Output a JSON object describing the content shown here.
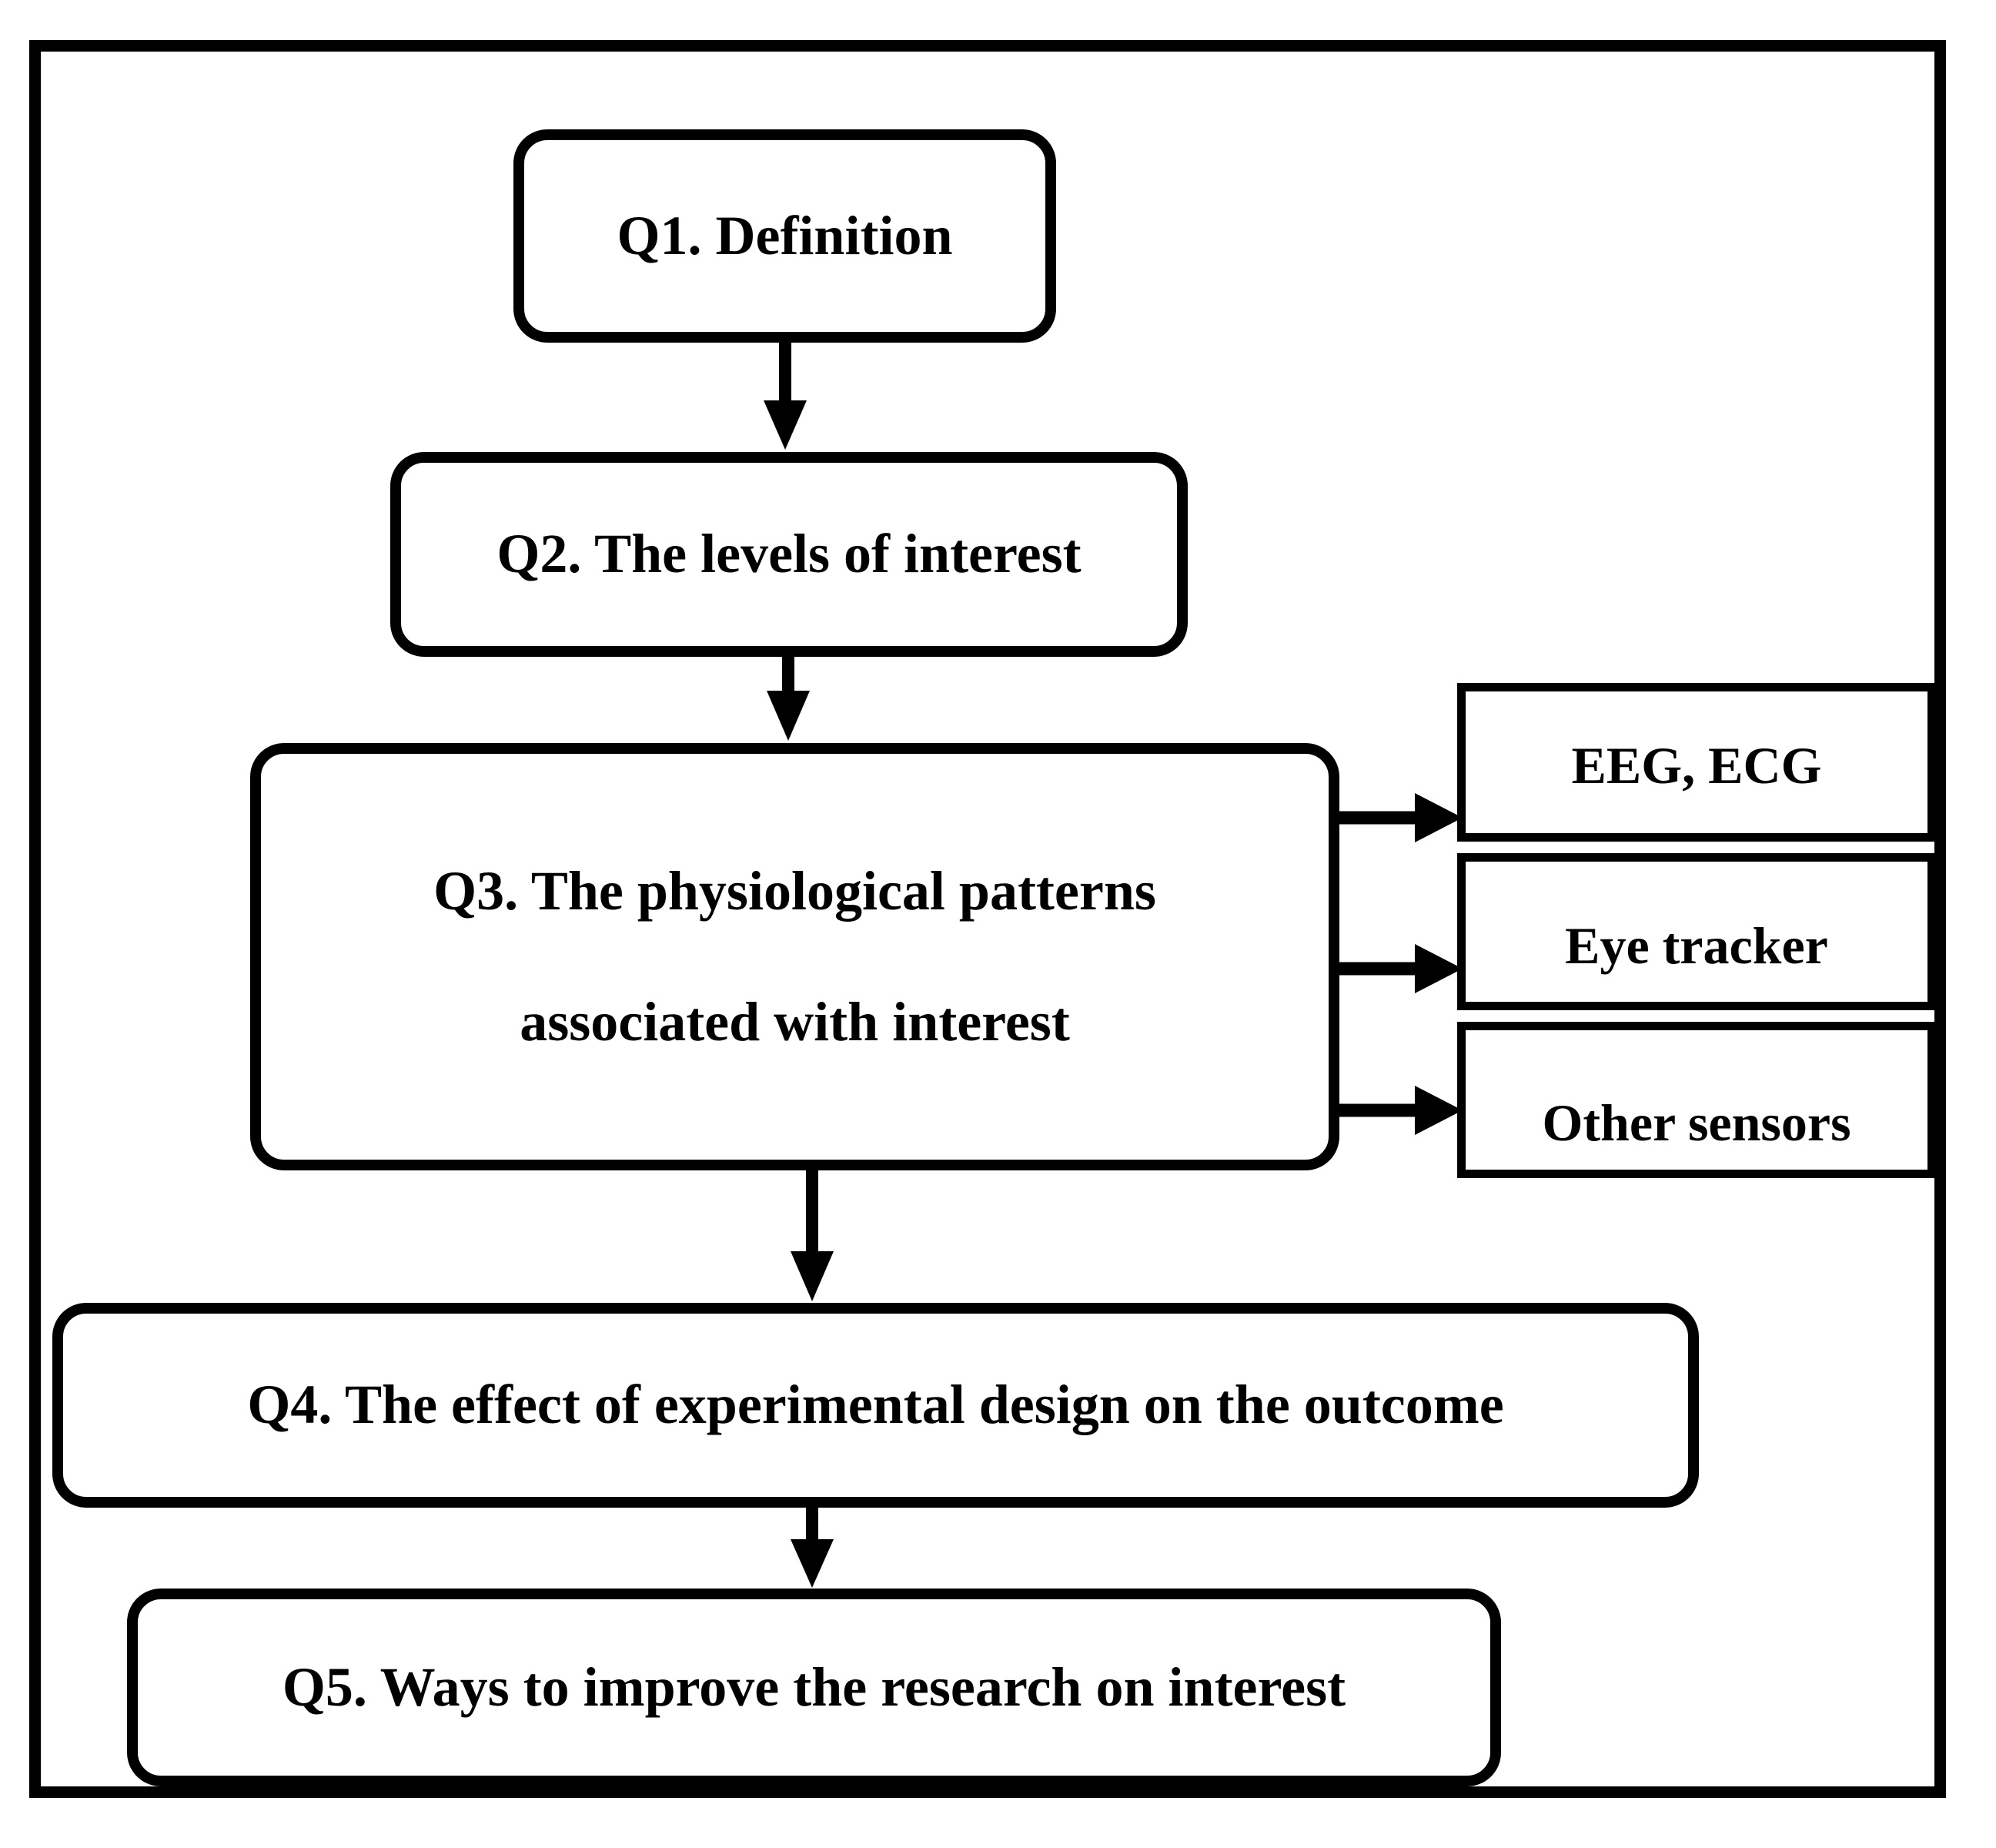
{
  "diagram": {
    "title": "Research questions flowchart",
    "stroke_color": "#000000",
    "fill_color": "#ffffff",
    "nodes": [
      {
        "id": "q1",
        "label": "Q1. Definition",
        "shape": "rounded-rectangle"
      },
      {
        "id": "q2",
        "label": "Q2. The levels of interest",
        "shape": "rounded-rectangle"
      },
      {
        "id": "q3",
        "label": "Q3. The physiological patterns associated with interest",
        "shape": "rounded-rectangle",
        "lines": [
          "Q3. The physiological patterns",
          "associated with interest"
        ]
      },
      {
        "id": "q4",
        "label": "Q4. The effect of experimental design on the outcome",
        "shape": "rounded-rectangle"
      },
      {
        "id": "q5",
        "label": "Q5. Ways to improve the research on interest",
        "shape": "rounded-rectangle"
      },
      {
        "id": "eeg",
        "label": "EEG, ECG",
        "shape": "rectangle"
      },
      {
        "id": "eye",
        "label": "Eye tracker",
        "shape": "rectangle"
      },
      {
        "id": "other",
        "label": "Other sensors",
        "shape": "rectangle"
      }
    ],
    "edges": [
      {
        "from": "q1",
        "to": "q2",
        "direction": "down",
        "arrowhead": true
      },
      {
        "from": "q2",
        "to": "q3",
        "direction": "down",
        "arrowhead": true
      },
      {
        "from": "q3",
        "to": "eeg",
        "direction": "right",
        "arrowhead": true
      },
      {
        "from": "q3",
        "to": "eye",
        "direction": "right",
        "arrowhead": true
      },
      {
        "from": "q3",
        "to": "other",
        "direction": "right",
        "arrowhead": true
      },
      {
        "from": "q3",
        "to": "q4",
        "direction": "down",
        "arrowhead": true
      },
      {
        "from": "q4",
        "to": "q5",
        "direction": "down",
        "arrowhead": true
      }
    ]
  }
}
